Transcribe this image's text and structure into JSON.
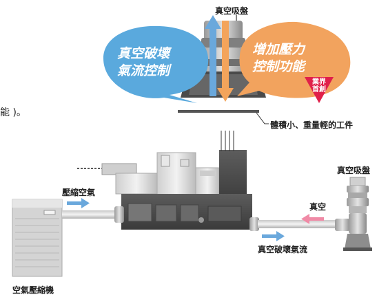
{
  "edge_text": "能 )。",
  "top_cup_label": "真空吸盤",
  "left_bubble": {
    "line1": "真空破壞",
    "line2": "氣流控制",
    "color": "#5aa9dd"
  },
  "right_bubble": {
    "line1": "增加壓力",
    "line2": "控制功能",
    "color": "#f2a35e"
  },
  "badge": {
    "line1": "業界",
    "line2": "首創",
    "color": "#e0204a"
  },
  "workpiece_label": "體積小、重量輕的工件",
  "right_cup_label": "真空吸盤",
  "compressed_air_label": "壓縮空氣",
  "vacuum_label": "真空",
  "vacuum_break_label": "真空破壞氣流",
  "compressor_label": "空氣壓縮機",
  "colors": {
    "blue_arrow": "#6aa8dc",
    "pink_arrow": "#f08aa6",
    "orange_arrow": "#f3a45b"
  }
}
